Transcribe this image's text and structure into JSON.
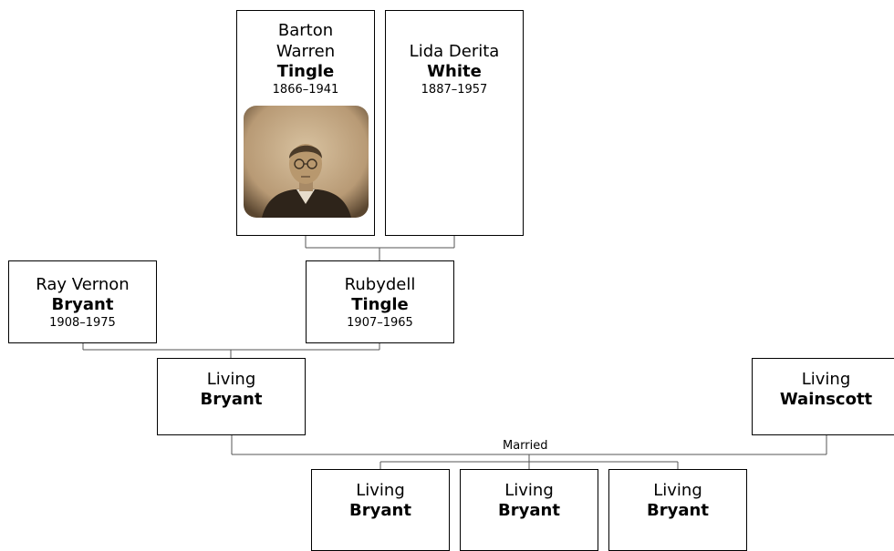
{
  "people": {
    "barton": {
      "given": "Barton Warren",
      "surname": "Tingle",
      "dates": "1866–1941",
      "photo": "sepia-portrait-man"
    },
    "lida": {
      "given": "Lida Derita",
      "surname": "White",
      "dates": "1887–1957"
    },
    "ray": {
      "given": "Ray Vernon",
      "surname": "Bryant",
      "dates": "1908–1975"
    },
    "rubydell": {
      "given": "Rubydell",
      "surname": "Tingle",
      "dates": "1907–1965"
    },
    "living_bryant_parent": {
      "given": "Living",
      "surname": "Bryant"
    },
    "living_wainscott": {
      "given": "Living",
      "surname": "Wainscott"
    },
    "children": [
      {
        "given": "Living",
        "surname": "Bryant"
      },
      {
        "given": "Living",
        "surname": "Bryant"
      },
      {
        "given": "Living",
        "surname": "Bryant"
      }
    ]
  },
  "relationship_label": "Married",
  "colors": {
    "box_border": "#000000",
    "connector": "#555555",
    "photo_tone": "#b89a75"
  }
}
